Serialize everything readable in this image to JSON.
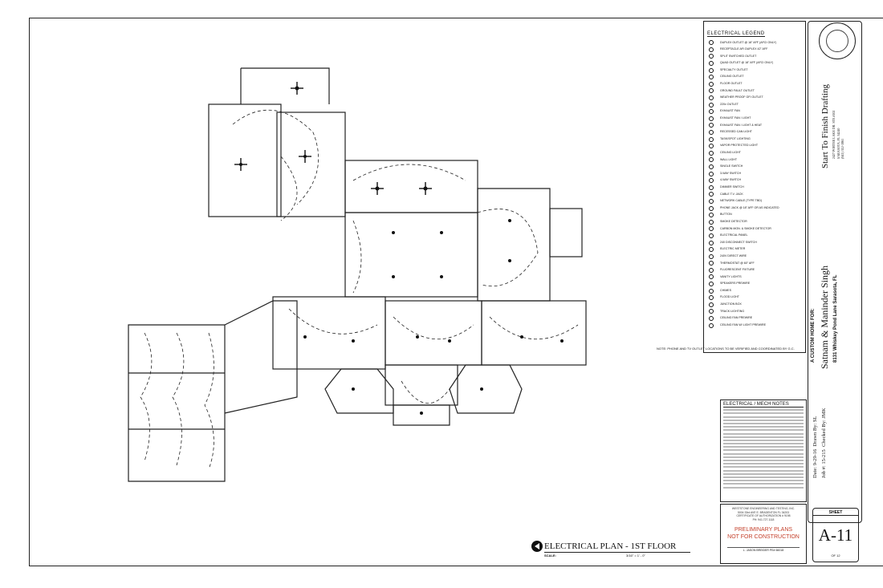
{
  "legend": {
    "title": "ELECTRICAL LEGEND",
    "items": [
      "DUPLEX OUTLET @ 18\" AFF (AFCI ONLY)",
      "RECEPTACLE AFI DUPLEX 42\" AFF",
      "SPLIT SWITCHED OUTLET",
      "QUAD OUTLET @ 18\" AFF (AFCI ONLY)",
      "SPECIALTY OUTLET",
      "CEILING OUTLET",
      "FLOOR OUTLET",
      "GROUND FAULT OUTLET",
      "WEATHER PROOF GFI OUTLET",
      "220v OUTLET",
      "EXHAUST FAN",
      "EXHAUST FAN / LIGHT",
      "EXHAUST FAN / LIGHT & HEAT",
      "RECESSED CAN LIGHT",
      "TASK/SPOT LIGHTING",
      "VAPOR PROTECTED LIGHT",
      "CEILING LIGHT",
      "WALL LIGHT",
      "SINGLE SWITCH",
      "3-WAY SWITCH",
      "4-WAY SWITCH",
      "DIMMER SWITCH",
      "CABLE T.V. JACK",
      "NETWORK CABLE (TYPE TBD)",
      "PHONE JACK @ 18\" AFF OR AS INDICATED",
      "BUTTON",
      "SMOKE DETECTOR",
      "CARBON MON. & SMOKE DETECTOR",
      "ELECTRICAL PANEL",
      "240 DISCONNECT SWITCH",
      "ELECTRIC METER",
      "240V DIRECT WIRE",
      "THERMOSTAT @ 60\" AFF",
      "FLUORESCENT FIXTURE",
      "VANITY LIGHTS",
      "SPEAKERS PREWIRE",
      "CHIMES",
      "FLOOD LIGHT",
      "JUNCTION BOX",
      "TRACK LIGHTING",
      "CEILING FAN PREWIRE",
      "CEILING FAN W/ LIGHT PREWIRE"
    ]
  },
  "note_phone": "NOTE: PHONE AND TV OUTLET LOCATIONS TO BE VERIFIED AND COORDINATED BY G.C.",
  "notes": {
    "title": "ELECTRICAL / MECH NOTES"
  },
  "stamp": {
    "engineer": "WESTSTONE ENGINEERING AND TESTING, INC.",
    "line1": "5004 33rd AVE E. BRADENTON FL 34203",
    "line2": "CERTIFICATE OF AUTHORIZATION # 9198",
    "line3": "PH: 941.727.1118",
    "prelim1": "PRELIMINARY PLANS",
    "prelim2": "NOT FOR CONSTRUCTION",
    "signer": "L. JASON BREIDER PE# 66018"
  },
  "plan_title": {
    "title": "ELECTRICAL PLAN - 1ST FLOOR",
    "scale_label": "SCALE:",
    "scale": "3/16\" = 1' - 0\""
  },
  "titleblock": {
    "firm": "Start To Finish Drafting",
    "firm_addr1": "2427 PORTER LAKE DR. STE #102",
    "firm_addr2": "SARASOTA, FL 34240",
    "firm_addr3": "(941) 312-1861",
    "client_intro": "A CUSTOM HOME FOR:",
    "client_name": "Satnam & Maninder Singh",
    "client_addr": "8131 Whiskey Pond Lane  Sarasota, FL",
    "date": "Date: 9-29-16",
    "drawn": "Drawn By: SL",
    "job": "Job #: 15-215",
    "checked": "Checked By: JMK"
  },
  "sheet": {
    "label": "SHEET",
    "number": "A-11",
    "of": "OF 12"
  }
}
